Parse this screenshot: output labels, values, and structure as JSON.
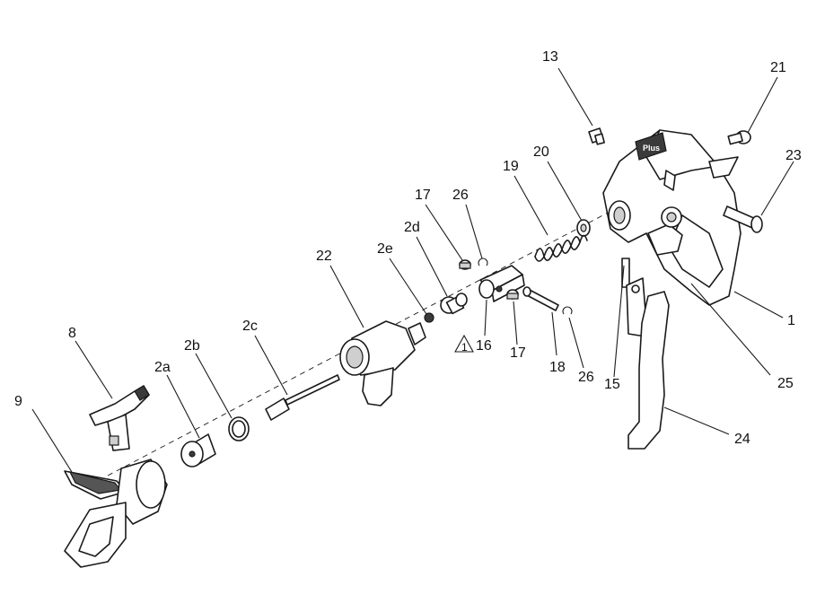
{
  "diagram": {
    "callouts": [
      {
        "id": "c13",
        "label": "13"
      },
      {
        "id": "c21",
        "label": "21"
      },
      {
        "id": "c23",
        "label": "23"
      },
      {
        "id": "c20",
        "label": "20"
      },
      {
        "id": "c19",
        "label": "19"
      },
      {
        "id": "c17a",
        "label": "17"
      },
      {
        "id": "c26a",
        "label": "26"
      },
      {
        "id": "c2d",
        "label": "2d"
      },
      {
        "id": "c2e",
        "label": "2e"
      },
      {
        "id": "c22",
        "label": "22"
      },
      {
        "id": "c2c",
        "label": "2c"
      },
      {
        "id": "c2b",
        "label": "2b"
      },
      {
        "id": "c2a",
        "label": "2a"
      },
      {
        "id": "c8",
        "label": "8"
      },
      {
        "id": "c9",
        "label": "9"
      },
      {
        "id": "c16",
        "label": "16"
      },
      {
        "id": "c17b",
        "label": "17"
      },
      {
        "id": "c18",
        "label": "18"
      },
      {
        "id": "c26b",
        "label": "26"
      },
      {
        "id": "c15",
        "label": "15"
      },
      {
        "id": "c1",
        "label": "1"
      },
      {
        "id": "c25",
        "label": "25"
      },
      {
        "id": "c24",
        "label": "24"
      }
    ],
    "warning_symbol_number": "1",
    "logo_text": "Plus"
  }
}
